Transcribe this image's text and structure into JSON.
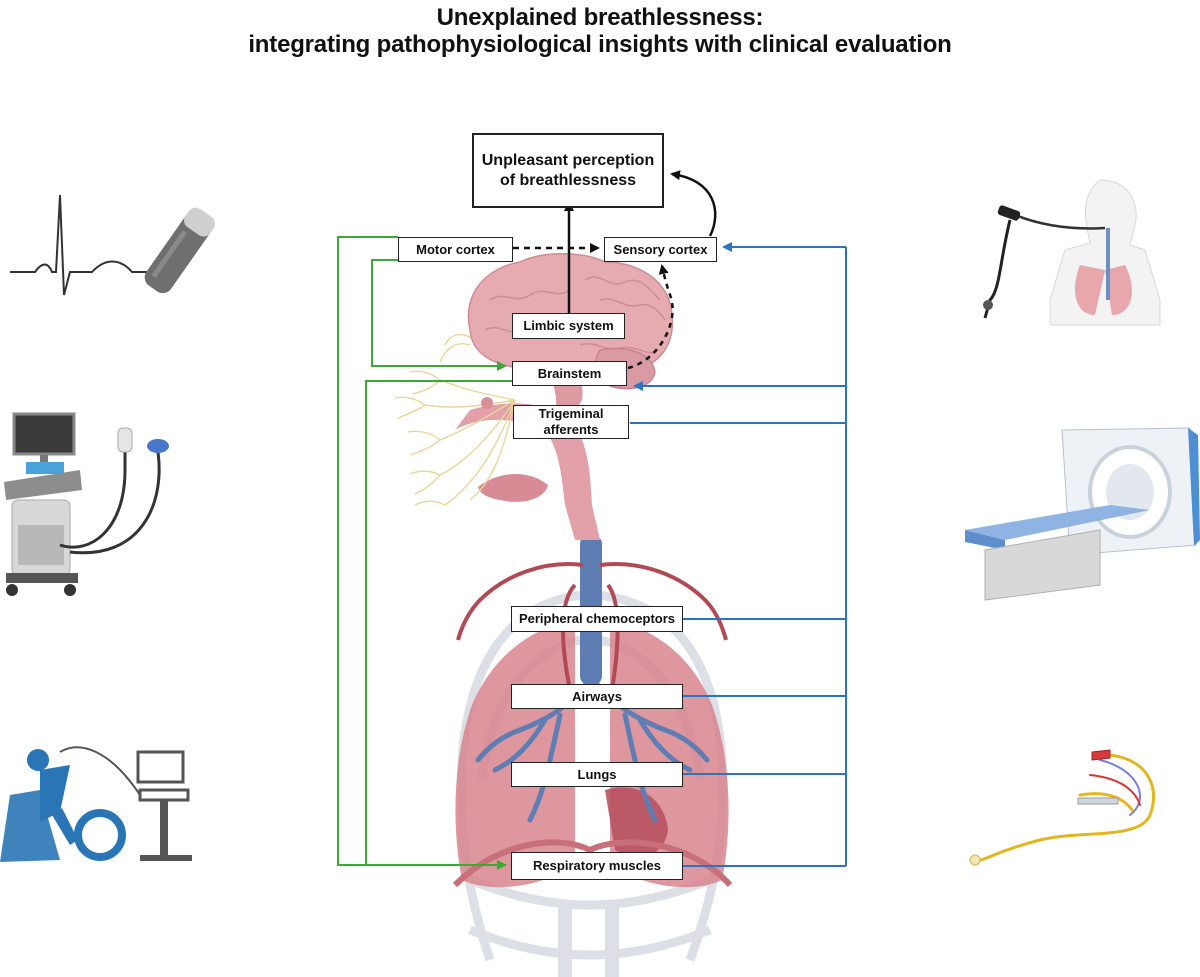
{
  "title": {
    "line1": "Unexplained breathlessness:",
    "line2": "integrating pathophysiological insights with clinical evaluation"
  },
  "nodes": {
    "perception_line1": "Unpleasant perception",
    "perception_line2": "of breathlessness",
    "motor_cortex": "Motor cortex",
    "sensory_cortex": "Sensory cortex",
    "limbic_system": "Limbic system",
    "brainstem": "Brainstem",
    "trigeminal_line1": "Trigeminal",
    "trigeminal_line2": "afferents",
    "peripheral_chemoceptors": "Peripheral chemoceptors",
    "airways": "Airways",
    "lungs": "Lungs",
    "respiratory_muscles": "Respiratory muscles"
  },
  "colors": {
    "efferent": "#3aa935",
    "afferent": "#2b74c0",
    "central": "#111111",
    "brain": "#e0a6ac",
    "lung": "#cf7b86",
    "vessel": "#4f74a8"
  },
  "icons": {
    "top_left": "ecg-and-spirometer-icon",
    "middle_left": "ultrasound-machine-icon",
    "bottom_left": "exercise-bike-test-icon",
    "top_right": "bronchoscopy-icon",
    "middle_right": "ct-scanner-icon",
    "bottom_right": "catheter-icon"
  }
}
